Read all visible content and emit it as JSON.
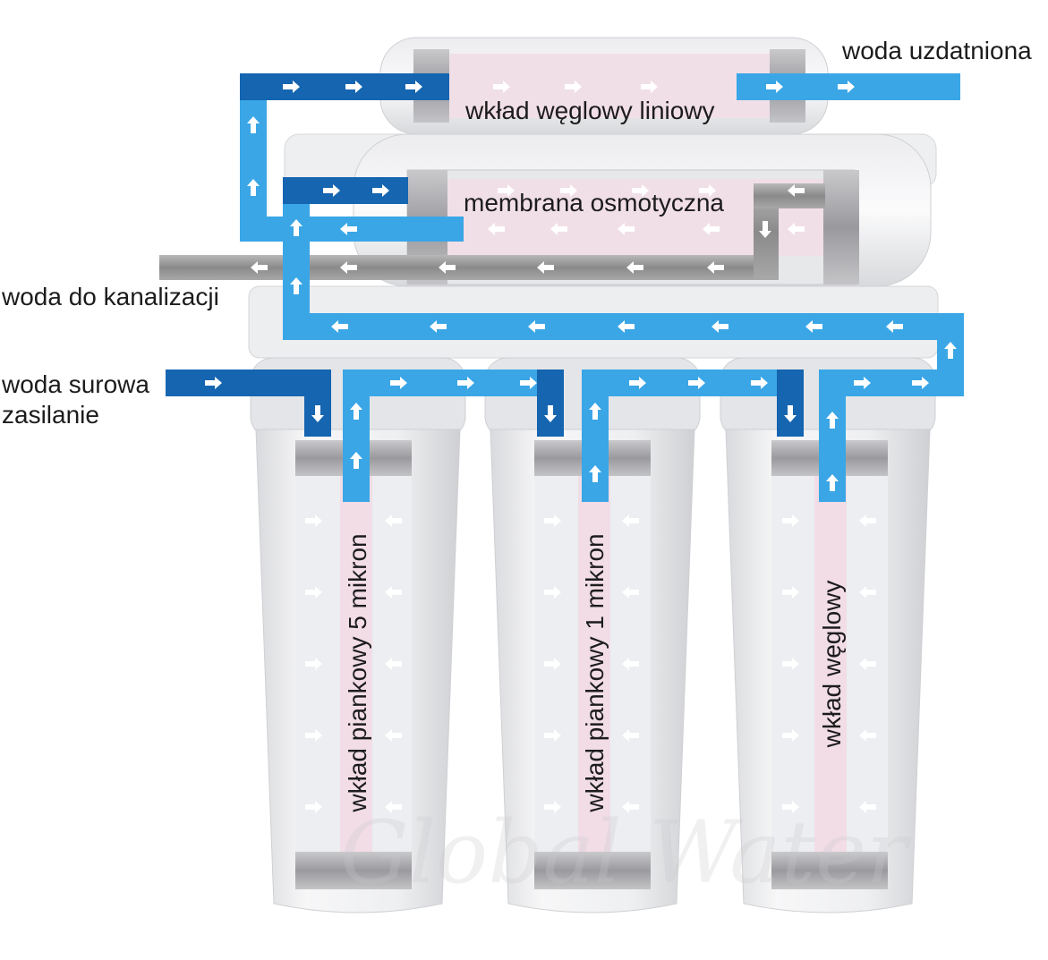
{
  "labels": {
    "output_water": "woda uzdatniona",
    "inline_carbon": "wkład węglowy liniowy",
    "membrane": "membrana osmotyczna",
    "drain_water": "woda do kanalizacji",
    "raw_water_line1": "woda surowa",
    "raw_water_line2": "zasilanie",
    "filter1": "wkład piankowy 5 mikron",
    "filter2": "wkład piankowy 1 mikron",
    "filter3": "wkład węglowy"
  },
  "watermark": {
    "text": "Global Water"
  },
  "colors": {
    "pipe_dark_blue": "#1565b0",
    "pipe_light_blue": "#3aa6e6",
    "pipe_drain_gray": "#8f8f8f",
    "cartridge_pink": "#f2dde6",
    "housing": "#e9eaec",
    "arrow": "#ffffff"
  },
  "icons": {
    "flow_arrow": "arrow-icon"
  }
}
